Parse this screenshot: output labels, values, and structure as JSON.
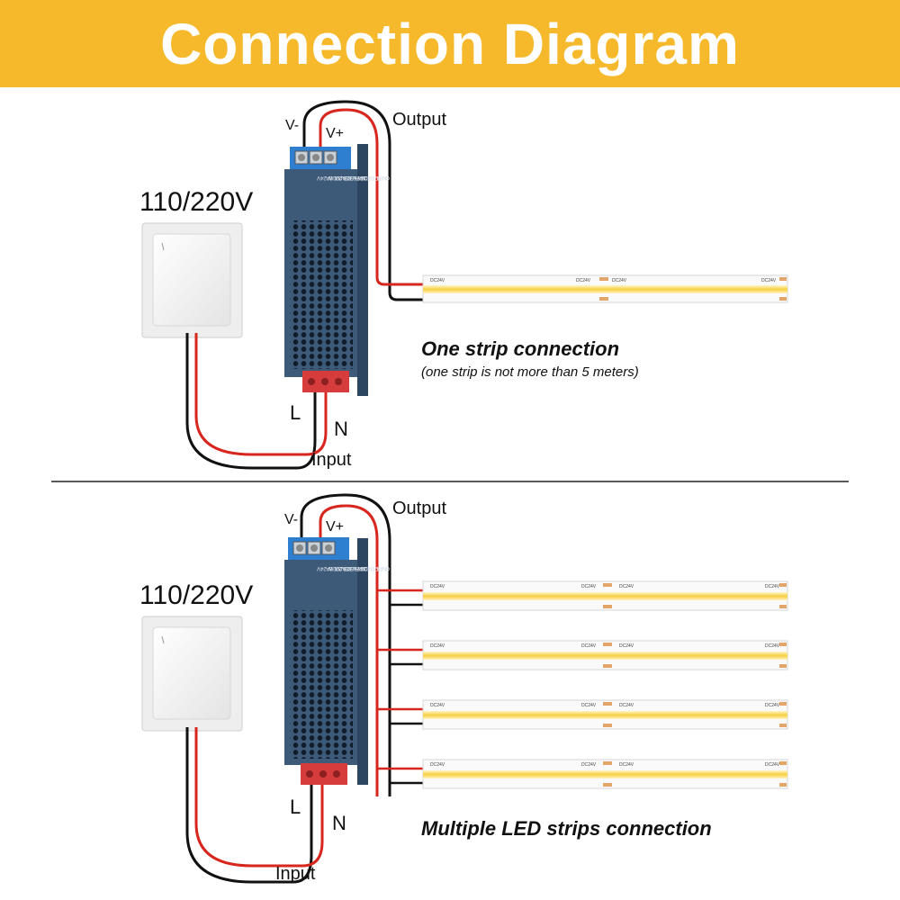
{
  "header": {
    "title": "Connection Diagram"
  },
  "colors": {
    "banner": "#f6b92b",
    "wire_positive": "#d7261e",
    "wire_negative": "#111111",
    "psu_body": "#3d5a78",
    "terminal_output": "#2f7fd1",
    "terminal_input": "#d63c3c",
    "strip_glow": "#f5cf42"
  },
  "icons": {
    "switch": "wall-switch-icon",
    "power_supply": "power-supply-icon",
    "led_strip": "cob-led-strip-icon"
  },
  "top": {
    "voltage": "110/220V",
    "v_minus": "V-",
    "v_plus": "V+",
    "output": "Output",
    "input": "Input",
    "l": "L",
    "n": "N",
    "caption": "One strip connection",
    "subcaption": "(one strip is not more than 5 meters)",
    "strip_count": 1
  },
  "bottom": {
    "voltage": "110/220V",
    "v_minus": "V-",
    "v_plus": "V+",
    "output": "Output",
    "input": "Input",
    "l": "L",
    "n": "N",
    "caption": "Multiple LED strips connection",
    "strip_count": 4
  },
  "psu": {
    "model_text": "MODEL:CB-200W-24V",
    "input_text": "INPUT:100-265V AC 1.8A",
    "output_text": "OUTPUT:24V=DC8.3A"
  },
  "strip": {
    "marking": "DC24V"
  }
}
